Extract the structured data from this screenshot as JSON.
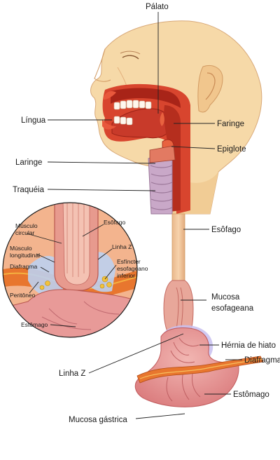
{
  "title": "",
  "labels": {
    "palato": "Pálato",
    "lingua": "Língua",
    "faringe": "Faringe",
    "epiglote": "Epiglote",
    "laringe": "Laringe",
    "traqueia": "Traquéia",
    "esofago": "Esôfago",
    "mucosa_esofageana_1": "Mucosa",
    "mucosa_esofageana_2": "esofageana",
    "hernia_de_hiato": "Hérnia de hiato",
    "diafragma": "Diafragma",
    "estomago": "Estômago",
    "mucosa_gastrica": "Mucosa gástrica",
    "linha_z": "Linha Z"
  },
  "inset_labels": {
    "musculo_circular_1": "Músculo",
    "musculo_circular_2": "circular",
    "musculo_longitudinal_1": "Músculo",
    "musculo_longitudinal_2": "longitudinal",
    "diafragma": "Diafragma",
    "peritoneo": "Peritôneo",
    "estomago": "Estômago",
    "esofago": "Esôfago",
    "linha_z": "Linha Z",
    "esfincter_1": "Esfíncter",
    "esfincter_2": "esofageano",
    "esfincter_3": "inferior"
  },
  "colors": {
    "skin": "#f6d9a8",
    "skin_shadow": "#e8bd82",
    "muscle_red": "#d8452e",
    "muscle_dark": "#a82418",
    "esophagus_tan": "#f3c79b",
    "mucosa_pink": "#e08a86",
    "stomach_pink": "#e89a98",
    "diaphragm_orange": "#e8762e",
    "hernia_halo": "#c8c0f0",
    "trachea_purple": "#c9a8c8"
  }
}
